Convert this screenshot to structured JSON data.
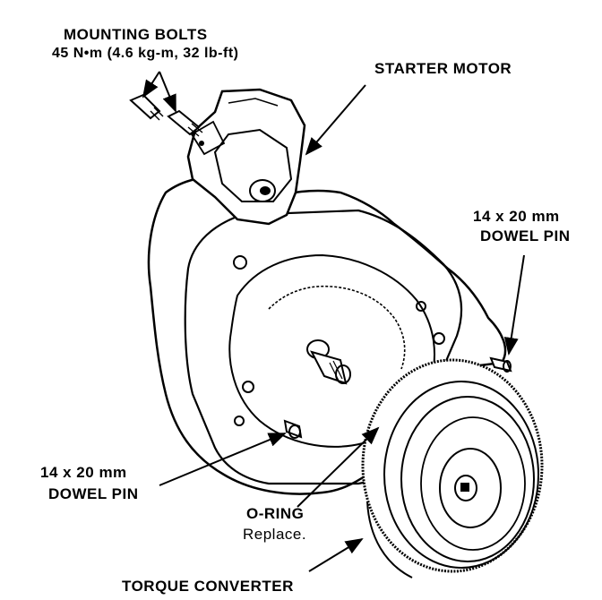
{
  "colors": {
    "ink": "#000000",
    "paper": "#ffffff"
  },
  "labels": {
    "mounting_bolts": {
      "title": "MOUNTING BOLTS",
      "torque": "45 N•m (4.6 kg-m, 32 lb-ft)"
    },
    "starter_motor": "STARTER MOTOR",
    "dowel_pin_right": {
      "size": "14 x 20 mm",
      "name": "DOWEL PIN"
    },
    "dowel_pin_left": {
      "size": "14 x 20 mm",
      "name": "DOWEL PIN"
    },
    "o_ring": {
      "name": "O-RING",
      "note": "Replace."
    },
    "torque_converter": "TORQUE CONVERTER"
  }
}
